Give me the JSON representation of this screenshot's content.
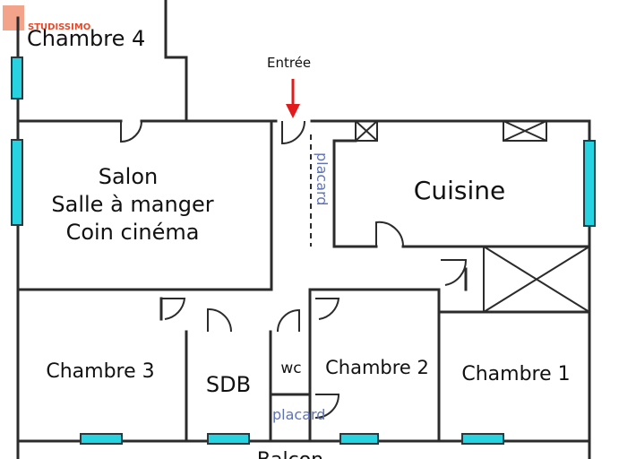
{
  "logo": {
    "text": "STUDISSIMO"
  },
  "entrance": {
    "label": "Entrée",
    "arrow_color": "#e11b1b"
  },
  "rooms": {
    "chambre4": "Chambre 4",
    "salon_line1": "Salon",
    "salon_line2": "Salle à manger",
    "salon_line3": "Coin cinéma",
    "cuisine": "Cuisine",
    "chambre3": "Chambre 3",
    "sdb": "SDB",
    "wc": "wc",
    "chambre2": "Chambre 2",
    "chambre1": "Chambre 1",
    "balcon": "Balcon"
  },
  "placards": {
    "entry": "placard",
    "wc": "placard"
  },
  "colors": {
    "window": "#27d3e0",
    "wall": "#2b2b2b",
    "placard_text": "#5f73b4"
  }
}
